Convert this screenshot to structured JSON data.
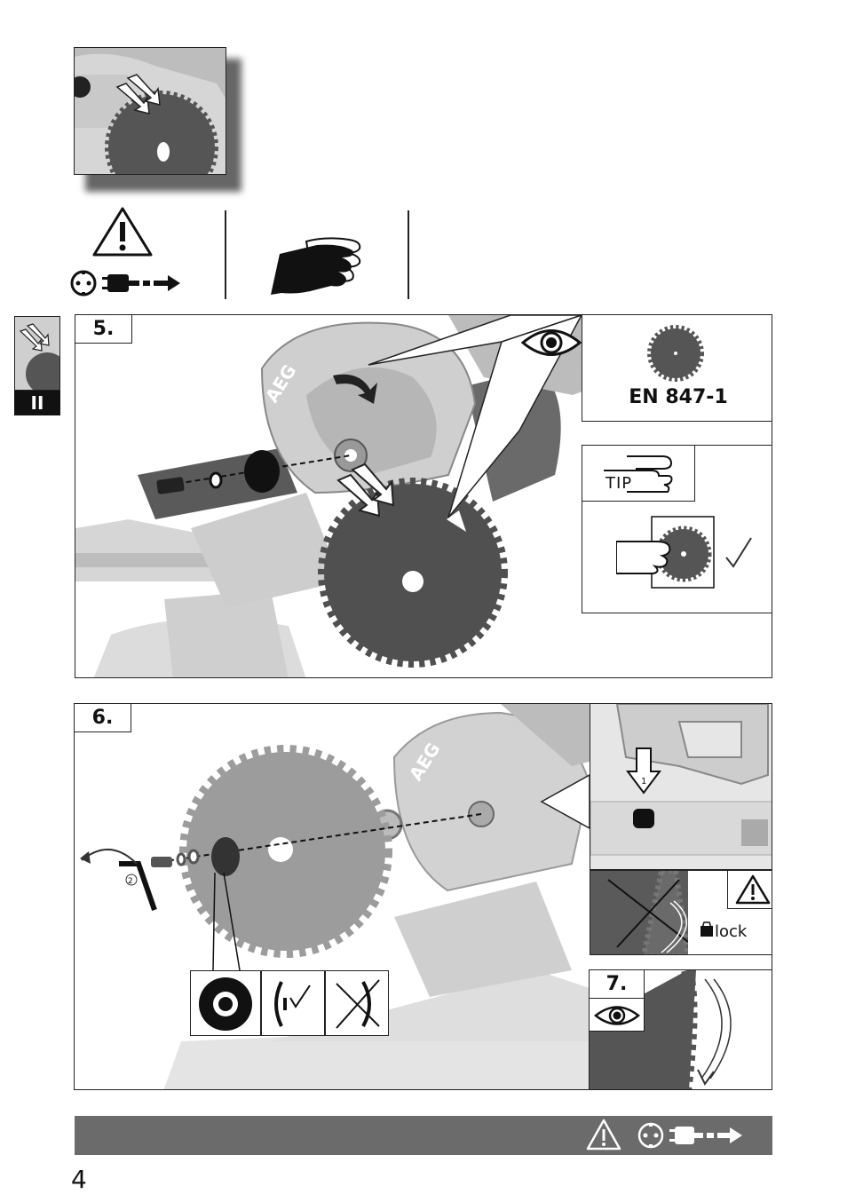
{
  "side_tab": {
    "label": "II"
  },
  "step5": {
    "number": "5.",
    "brand": "AEG",
    "norm": "EN 847-1",
    "tip": "TIP"
  },
  "step6": {
    "number": "6.",
    "brand": "AEG",
    "marker1": "1",
    "marker2": "2",
    "lock_label": "lock"
  },
  "step7": {
    "number": "7."
  },
  "page": {
    "number": "4"
  },
  "colors": {
    "banner": "#6b6b6b",
    "blade": "#555555",
    "machine": "#c8c8c8",
    "frame": "#222222"
  },
  "icons": [
    "warning-icon",
    "unplug-icon",
    "gloves-icon",
    "eye-icon",
    "blade-icon",
    "pointing-hand-icon",
    "check-icon",
    "lock-icon",
    "rotation-arrow-icon",
    "hex-key-icon",
    "flange-icon"
  ]
}
